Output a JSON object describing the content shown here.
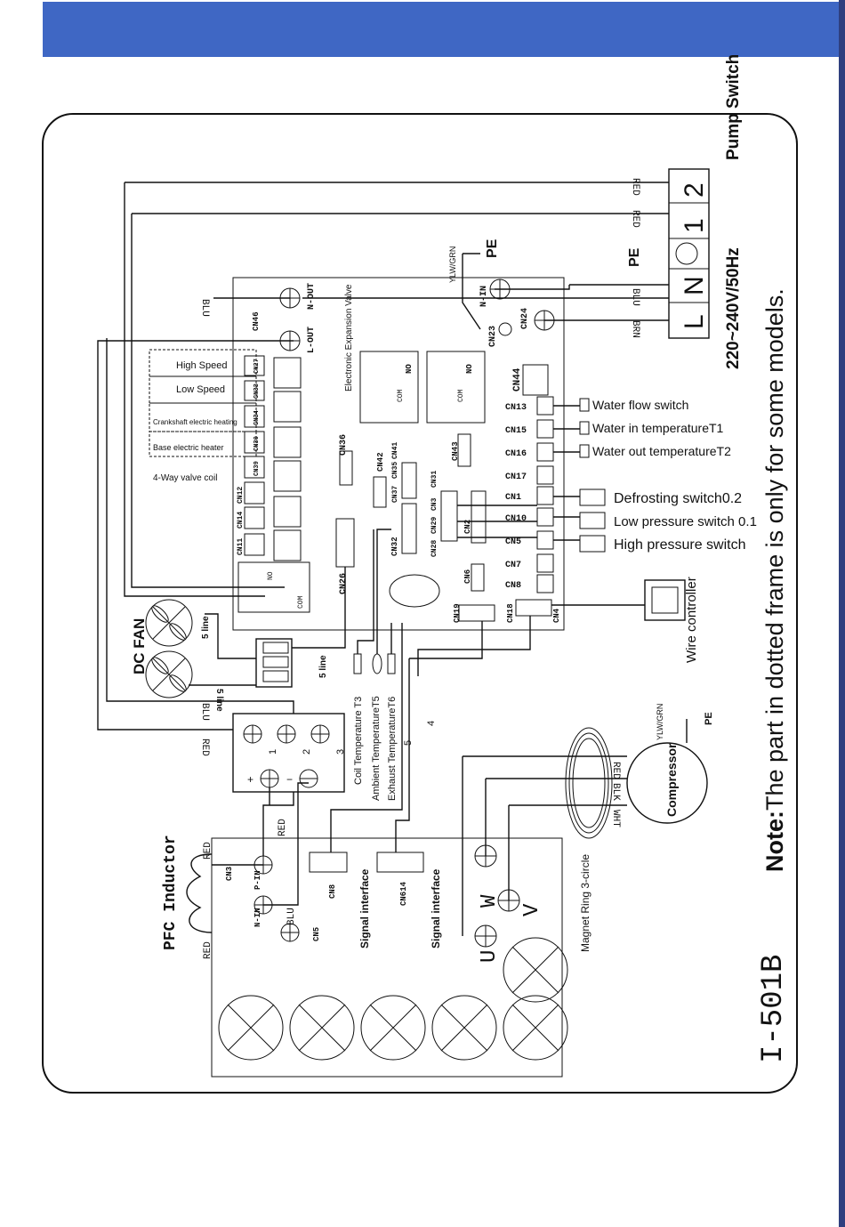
{
  "colors": {
    "header": "#3f67c4",
    "strip": "#2f3f7f",
    "line": "#111111"
  },
  "model": "I-501B",
  "note": {
    "bold": "Note:",
    "text": "The part in dotted frame is only for some models."
  },
  "power": {
    "label": "220~240V/50Hz",
    "pump": "Pump Switch",
    "L": "L",
    "N": "N",
    "one": "1",
    "two": "2",
    "PE": "PE"
  },
  "wire_colors": {
    "red": "RED",
    "blu": "BLU",
    "brn": "BRN",
    "blk": "BLK",
    "wht": "WHT",
    "ylw": "YLW/GRN"
  },
  "board_terms": {
    "n_out": "N-OUT",
    "l_out": "L-OUT",
    "n_in": "N-IN",
    "cn24": "CN24",
    "cn23": "CN23",
    "cn46": "CN46",
    "eev": "Electronic Expansion Valve",
    "com": "COM",
    "no": "NO"
  },
  "loads": [
    "High Speed",
    "Low Speed",
    "Crankshaft electric heating",
    "Base electric heater",
    "4-Way valve coil"
  ],
  "load_connectors": [
    "CN27",
    "CN33",
    "CN34",
    "CN30",
    "CN39"
  ],
  "inner_connectors": [
    "CN12",
    "CN14",
    "CN11",
    "CN26",
    "CN36",
    "CN42",
    "CN37",
    "CN35",
    "CN41",
    "CN43",
    "CN31",
    "CN32",
    "CN28",
    "CN29",
    "CN3",
    "CN2",
    "CN6",
    "CN19",
    "CN18",
    "CN4",
    "CN44"
  ],
  "inputs": [
    {
      "cn": "CN13",
      "label": "Water flow switch"
    },
    {
      "cn": "CN15",
      "label": "Water in temperatureT1"
    },
    {
      "cn": "CN16",
      "label": "Water out temperatureT2"
    },
    {
      "cn": "CN17",
      "label": ""
    },
    {
      "cn": "CN1",
      "label": "Defrosting switch0.2"
    },
    {
      "cn": "CN10",
      "label": "Low pressure switch 0.1"
    },
    {
      "cn": "CN5",
      "label": "High pressure switch"
    },
    {
      "cn": "CN7",
      "label": ""
    },
    {
      "cn": "CN8",
      "label": ""
    }
  ],
  "wire_controller": "Wire controller",
  "fan": {
    "label": "DC FAN",
    "line5a": "5 line",
    "line5b": "5 line",
    "line5c": "5 line"
  },
  "sensors": [
    "Coil Temperature T3",
    "Ambient TemperatureT5",
    "Exhaust TemperatureT6"
  ],
  "wire_counts": [
    "5",
    "4"
  ],
  "terminal": {
    "plus": "+",
    "minus": "−",
    "t1": "1",
    "t2": "2",
    "t3": "3"
  },
  "compressor": {
    "label": "Compressor",
    "ring": "Magnet Ring 3-circle",
    "U": "U",
    "V": "V",
    "W": "W"
  },
  "inverter": {
    "pfc": "PFC Inductor",
    "cn3": "CN3",
    "cn5": "CN5",
    "p_in": "P-IN",
    "n_in": "N-IN",
    "cn8": "CN8",
    "cn614": "CN614",
    "signal1": "Signal interface",
    "signal2": "Signal interface"
  }
}
